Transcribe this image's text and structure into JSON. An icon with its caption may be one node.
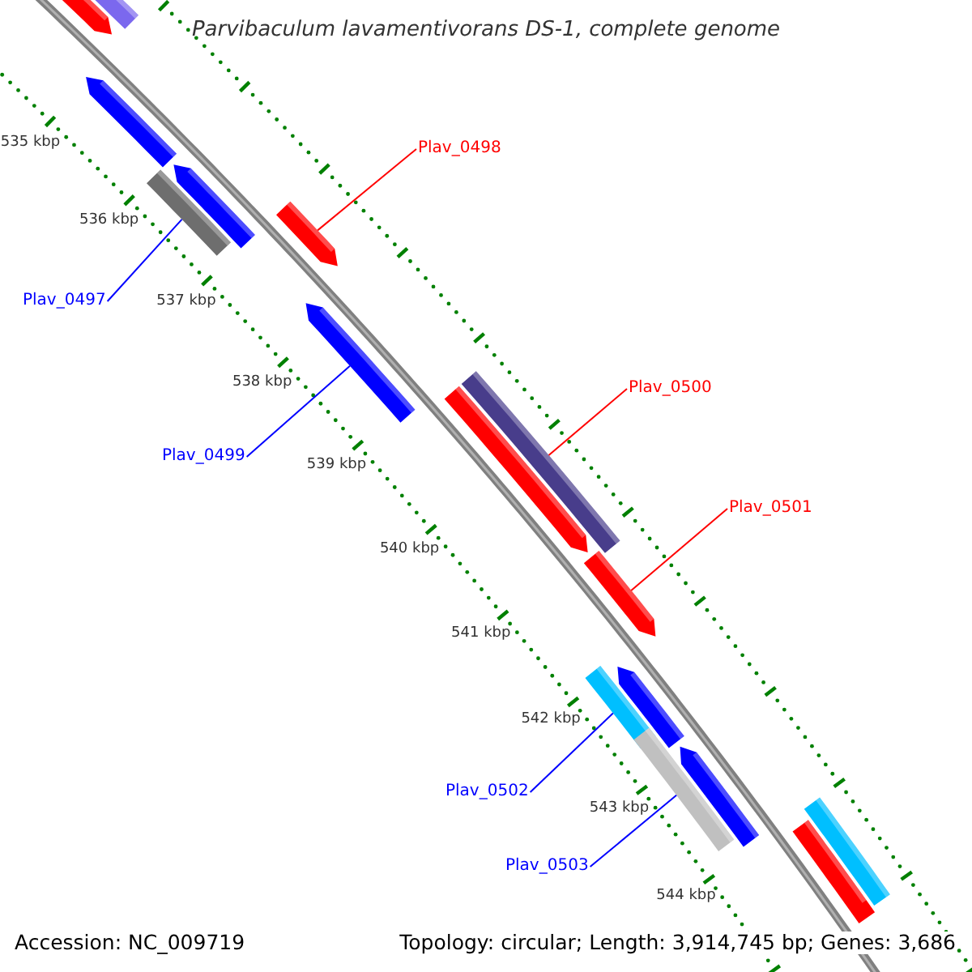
{
  "diagram": {
    "title": "Parvibaculum lavamentivorans DS-1, complete genome",
    "nodes": [
      {
        "text": [],
        "shape": "arrow"
      },
      {
        "text": [],
        "shape": "bar"
      },
      {
        "text": [],
        "shape": "arrow"
      },
      {
        "text": [],
        "shape": "arrow"
      },
      {
        "text": [],
        "shape": "bar"
      },
      {
        "text": [],
        "shape": "arrow"
      },
      {
        "text": [],
        "shape": "arrow"
      },
      {
        "text": [],
        "shape": "arrow"
      },
      {
        "text": [],
        "shape": "bar"
      },
      {
        "text": [],
        "shape": "arrow"
      },
      {
        "text": [],
        "shape": "bar"
      },
      {
        "text": [],
        "shape": "arrow"
      },
      {
        "text": [],
        "shape": "bar"
      },
      {
        "text": [],
        "shape": "arrow"
      },
      {
        "text": [],
        "shape": "bar"
      },
      {
        "text": [],
        "shape": "bar"
      },
      {
        "text": [
          "Plav_0498"
        ]
      },
      {
        "text": [
          "Plav_0497"
        ]
      },
      {
        "text": [
          "Plav_0499"
        ]
      },
      {
        "text": [
          "Plav_0500"
        ]
      },
      {
        "text": [
          "Plav_0501"
        ]
      },
      {
        "text": [
          "Plav_0502"
        ]
      },
      {
        "text": [
          "Plav_0503"
        ]
      }
    ],
    "edges": [
      {
        "from": 16,
        "to": 5,
        "arrow": "none",
        "color": "#ff0000"
      },
      {
        "from": 17,
        "to": 4,
        "arrow": "none"
      },
      {
        "from": 18,
        "to": 6,
        "arrow": "none"
      },
      {
        "from": 19,
        "to": 8,
        "arrow": "none",
        "color": "#ff0000"
      },
      {
        "from": 20,
        "to": 9,
        "arrow": "none",
        "color": "#ff0000"
      },
      {
        "from": 21,
        "to": 10,
        "arrow": "none"
      },
      {
        "from": 22,
        "to": 12,
        "arrow": "none"
      }
    ],
    "labels": [
      "535 kbp",
      "536 kbp",
      "537 kbp",
      "538 kbp",
      "539 kbp",
      "540 kbp",
      "541 kbp",
      "542 kbp",
      "543 kbp",
      "544 kbp",
      "Accession: NC_009719",
      "Topology: circular; Length: 3,914,745 bp; Genes: 3,686"
    ]
  }
}
